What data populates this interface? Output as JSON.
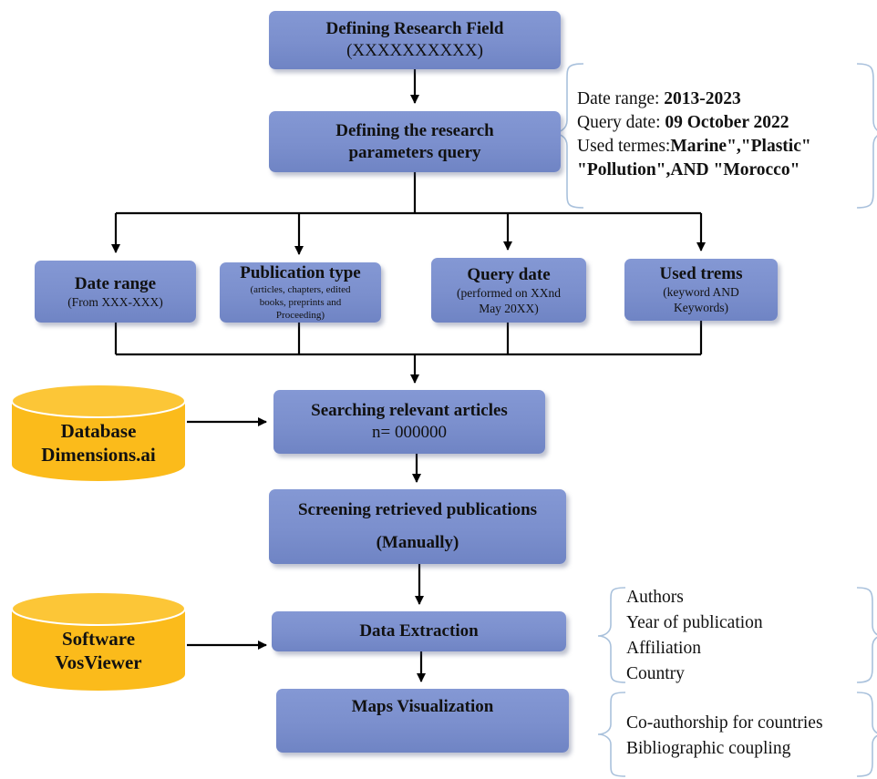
{
  "flowchart": {
    "defining_field": {
      "title": "Defining Research Field",
      "sub": "(XXXXXXXXXX)"
    },
    "defining_query": {
      "line1": "Defining the research",
      "line2": "parameters query"
    },
    "parameters": [
      {
        "title": "Date range",
        "lines": [
          "(From XXX-XXX)"
        ]
      },
      {
        "title": "Publication type",
        "lines": [
          "(articles, chapters, edited",
          "books, preprints and",
          "Proceeding)"
        ]
      },
      {
        "title": "Query date",
        "lines": [
          "(performed on XXnd",
          "May 20XX)"
        ]
      },
      {
        "title": "Used trems",
        "lines": [
          "(keyword AND",
          "Keywords)"
        ]
      }
    ],
    "searching": {
      "title": "Searching relevant articles",
      "sub": "n= 000000"
    },
    "screening": {
      "title": "Screening retrieved publications",
      "sub": "(Manually)"
    },
    "extraction": {
      "title": "Data Extraction"
    },
    "maps": {
      "title": "Maps Visualization"
    }
  },
  "sources": {
    "database": {
      "line1": "Database",
      "line2": "Dimensions.ai"
    },
    "software": {
      "line1": "Software",
      "line2": "VosViewer"
    }
  },
  "notes": {
    "query_details": {
      "date_range_label": "Date range: ",
      "date_range_value": "2013-2023",
      "query_date_label": "Query date: ",
      "query_date_value": "09 October 2022",
      "used_terms_label": "Used termes:",
      "used_terms_value_1": "Marine\",\"Plastic\"",
      "used_terms_value_2": "\"Pollution\",AND \"Morocco\""
    },
    "extraction_fields": [
      "Authors",
      "Year of publication",
      "Affiliation",
      "Country"
    ],
    "visualization_types": [
      "Co-authorship for countries",
      "Bibliographic coupling"
    ]
  },
  "colors": {
    "box_fill": "#7b8fcd",
    "cylinder_fill": "#fbbb1b",
    "brace_stroke": "#a9c1dc",
    "connector": "#000000"
  }
}
